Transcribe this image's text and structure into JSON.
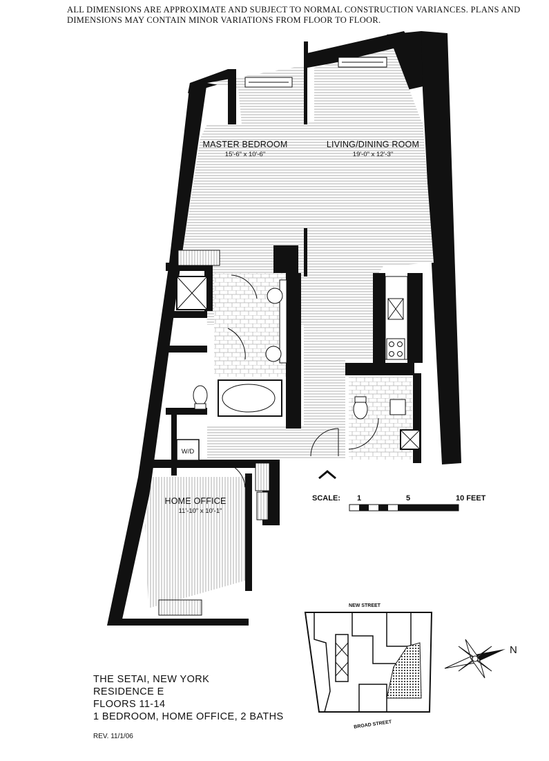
{
  "disclaimer": "ALL DIMENSIONS ARE APPROXIMATE AND SUBJECT TO NORMAL CONSTRUCTION VARIANCES.  PLANS AND DIMENSIONS MAY CONTAIN MINOR VARIATIONS FROM FLOOR TO FLOOR.",
  "rooms": {
    "master_bedroom": {
      "name": "MASTER BEDROOM",
      "dims": "15'-6\" x 10'-6\""
    },
    "living_dining": {
      "name": "LIVING/DINING ROOM",
      "dims": "19'-0\" x 12'-3\""
    },
    "home_office": {
      "name": "HOME OFFICE",
      "dims": "11'-10\" x 10'-1\""
    },
    "laundry": {
      "name": "W/D"
    }
  },
  "scale": {
    "label": "SCALE:",
    "ticks": [
      "1",
      "5",
      "10 FEET"
    ]
  },
  "keyplan": {
    "street_top": "NEW STREET",
    "street_bottom": "BROAD STREET",
    "north": "N"
  },
  "info": {
    "line1": "THE SETAI, NEW YORK",
    "line2": "RESIDENCE E",
    "line3": "FLOORS 11-14",
    "line4": "1 BEDROOM, HOME OFFICE, 2 BATHS"
  },
  "revision": "REV. 11/1/06",
  "colors": {
    "wall": "#111111",
    "floor_hatch": "#9a9a9a",
    "background": "#ffffff"
  }
}
